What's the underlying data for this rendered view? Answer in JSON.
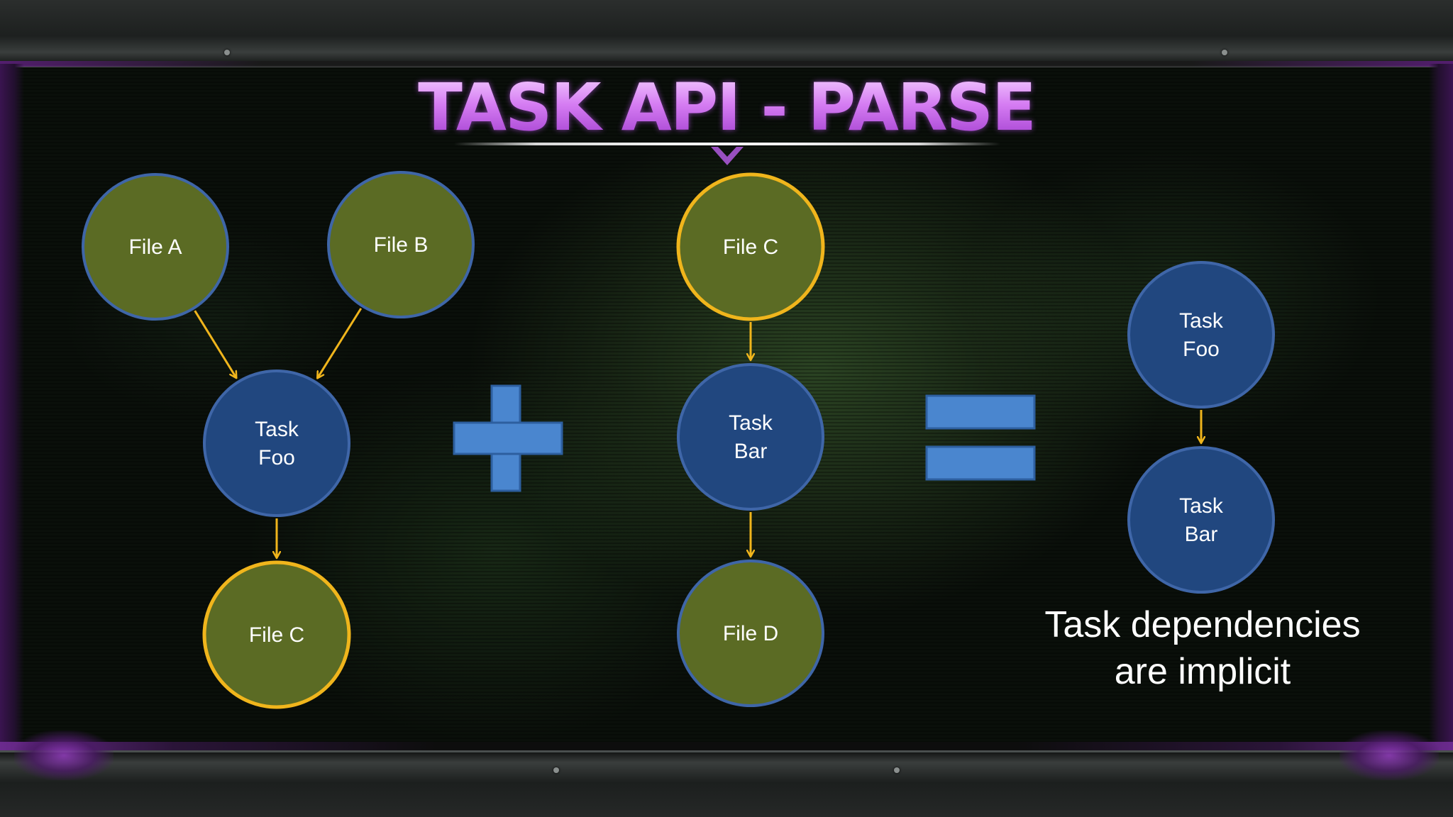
{
  "title": "TASK API - PARSE",
  "colors": {
    "file_node_fill": "#5b6b24",
    "task_node_fill": "#21477f",
    "default_outline": "#3f66a8",
    "highlight_outline": "#f0b51c",
    "edge": "#f0b51c",
    "operator_fill": "#4a86cf",
    "title_purple": "#d57cf2"
  },
  "diagram": {
    "nodes": [
      {
        "id": "g1-file-a",
        "label": [
          "File A"
        ],
        "kind": "file",
        "highlight": false
      },
      {
        "id": "g1-file-b",
        "label": [
          "File B"
        ],
        "kind": "file",
        "highlight": false
      },
      {
        "id": "g1-task-foo",
        "label": [
          "Task",
          "Foo"
        ],
        "kind": "task",
        "highlight": false
      },
      {
        "id": "g1-file-c",
        "label": [
          "File C"
        ],
        "kind": "file",
        "highlight": true
      },
      {
        "id": "g2-file-c",
        "label": [
          "File C"
        ],
        "kind": "file",
        "highlight": true
      },
      {
        "id": "g2-task-bar",
        "label": [
          "Task",
          "Bar"
        ],
        "kind": "task",
        "highlight": false
      },
      {
        "id": "g2-file-d",
        "label": [
          "File D"
        ],
        "kind": "file",
        "highlight": false
      },
      {
        "id": "g3-task-foo",
        "label": [
          "Task",
          "Foo"
        ],
        "kind": "task",
        "highlight": false
      },
      {
        "id": "g3-task-bar",
        "label": [
          "Task",
          "Bar"
        ],
        "kind": "task",
        "highlight": false
      }
    ],
    "edges": [
      {
        "from": "g1-file-a",
        "to": "g1-task-foo"
      },
      {
        "from": "g1-file-b",
        "to": "g1-task-foo"
      },
      {
        "from": "g1-task-foo",
        "to": "g1-file-c"
      },
      {
        "from": "g2-file-c",
        "to": "g2-task-bar"
      },
      {
        "from": "g2-task-bar",
        "to": "g2-file-d"
      },
      {
        "from": "g3-task-foo",
        "to": "g3-task-bar"
      }
    ],
    "operators": [
      "plus-icon",
      "equals-icon"
    ]
  },
  "caption": {
    "line1": "Task dependencies",
    "line2": "are implicit"
  }
}
